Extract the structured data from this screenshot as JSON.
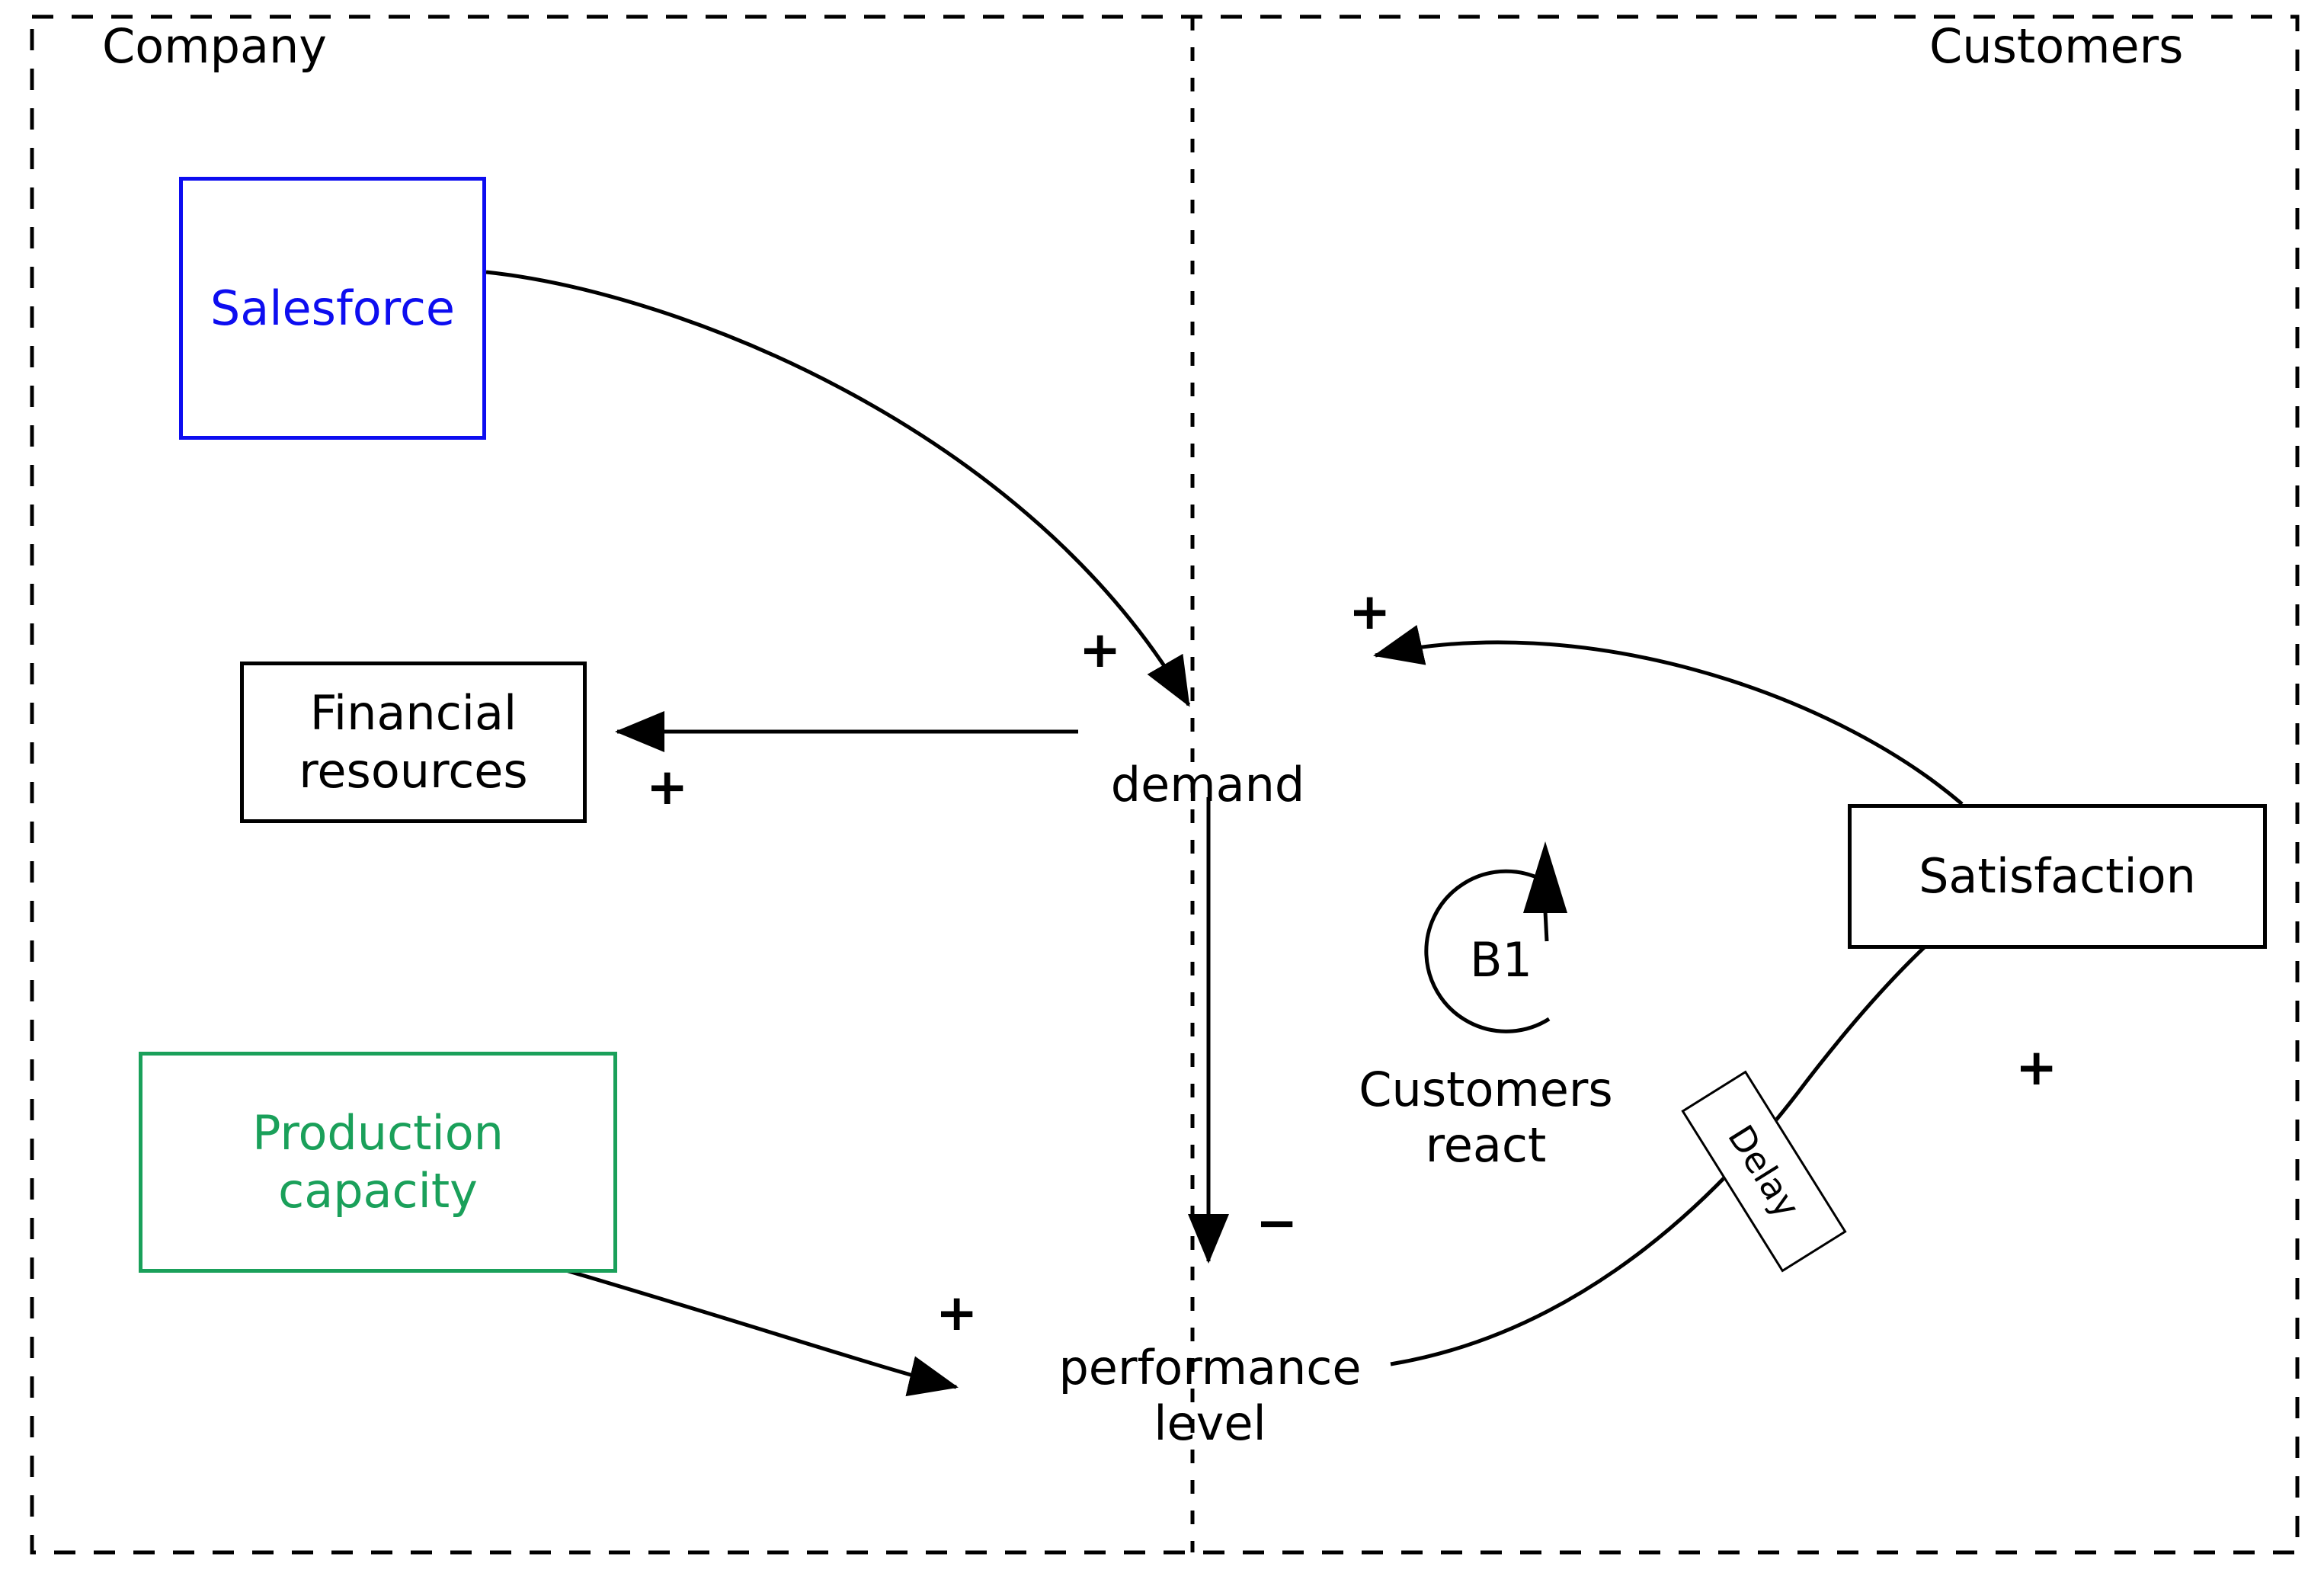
{
  "diagram": {
    "type": "causal-loop-diagram",
    "background": "#ffffff",
    "stroke": "#000000",
    "boundaries": [
      {
        "id": "company",
        "label": "Company",
        "side": "left"
      },
      {
        "id": "customers",
        "label": "Customers",
        "side": "right"
      }
    ],
    "nodes": [
      {
        "id": "salesforce",
        "label": "Salesforce",
        "kind": "boxed-variable",
        "color": "#0d0df0"
      },
      {
        "id": "financial-resources",
        "label": "Financial\nresources",
        "kind": "boxed-variable",
        "color": "#000000"
      },
      {
        "id": "production-capacity",
        "label": "Production\ncapacity",
        "kind": "boxed-variable",
        "color": "#1aa05a"
      },
      {
        "id": "demand",
        "label": "demand",
        "kind": "plain-variable",
        "color": "#000000"
      },
      {
        "id": "performance-level",
        "label": "performance\nlevel",
        "kind": "plain-variable",
        "color": "#000000"
      },
      {
        "id": "satisfaction",
        "label": "Satisfaction",
        "kind": "boxed-variable",
        "color": "#000000"
      }
    ],
    "links": [
      {
        "from": "salesforce",
        "to": "demand",
        "polarity": "+"
      },
      {
        "from": "demand",
        "to": "financial-resources",
        "polarity": "+"
      },
      {
        "from": "demand",
        "to": "performance-level",
        "polarity": "−"
      },
      {
        "from": "production-capacity",
        "to": "performance-level",
        "polarity": "+"
      },
      {
        "from": "performance-level",
        "to": "satisfaction",
        "polarity": "+",
        "delay": true,
        "delay_label": "Delay"
      },
      {
        "from": "satisfaction",
        "to": "demand",
        "polarity": "+"
      }
    ],
    "loop": {
      "id": "B1",
      "label": "B1",
      "caption": "Customers\nreact",
      "kind": "balancing",
      "direction": "counter-clockwise"
    },
    "signs": {
      "salesforce_to_demand": "+",
      "demand_to_financial": "+",
      "satisfaction_to_demand": "+",
      "demand_to_performance": "−",
      "production_to_performance": "+",
      "performance_to_satisfaction": "+"
    },
    "delay_marker_label": "Delay"
  }
}
